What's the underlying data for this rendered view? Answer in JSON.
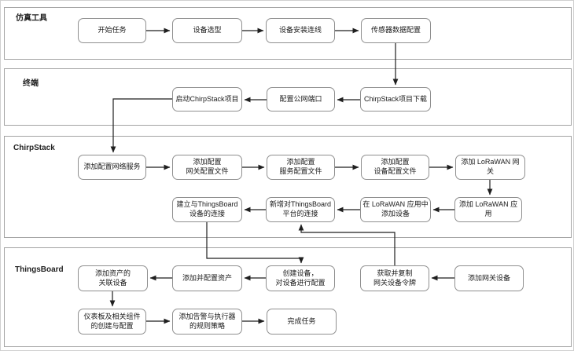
{
  "diagram": {
    "lanes": [
      {
        "label": "仿真工具"
      },
      {
        "label": "终端"
      },
      {
        "label": "ChirpStack"
      },
      {
        "label": "ThingsBoard"
      }
    ],
    "nodes": {
      "start_task": "开始任务",
      "device_selection": "设备选型",
      "device_install_wiring": "设备安装连线",
      "sensor_data_config": "传感器数据配置",
      "launch_chirpstack_project": "启动ChirpStack项目",
      "config_public_port": "配置公网端口",
      "chirpstack_project_download": "ChirpStack项目下载",
      "add_network_service": "添加配置网络服务",
      "gateway_config_file": "添加配置\n网关配置文件",
      "service_config_file": "添加配置\n服务配置文件",
      "device_config_file": "添加配置\n设备配置文件",
      "add_lorawan_gateway": "添加 LoRaWAN 网关",
      "add_lorawan_app": "添加 LoRaWAN 应用",
      "add_device_in_lorawan_app": "在 LoRaWAN 应用中\n添加设备",
      "new_thingsboard_connection": "新增对ThingsBoard\n平台的连接",
      "establish_device_connection": "建立与ThingsBoard\n设备的连接",
      "add_asset_related_devices": "添加资产的\n关联设备",
      "add_configure_assets": "添加并配置资产",
      "create_configure_device": "创建设备，\n对设备进行配置",
      "get_copy_gateway_token": "获取并复制\n网关设备令牌",
      "add_gateway_device": "添加网关设备",
      "dashboard_components": "仪表板及相关组件\n的创建与配置",
      "alarm_actuator_rules": "添加告警与执行器\n的规则策略",
      "finish_task": "完成任务"
    },
    "colors": {
      "node_border": "#8f8f8f",
      "lane_border": "#a3a3a3",
      "arrow": "#1f1f1f",
      "text": "#1a1a1a",
      "background": "#ffffff"
    }
  }
}
